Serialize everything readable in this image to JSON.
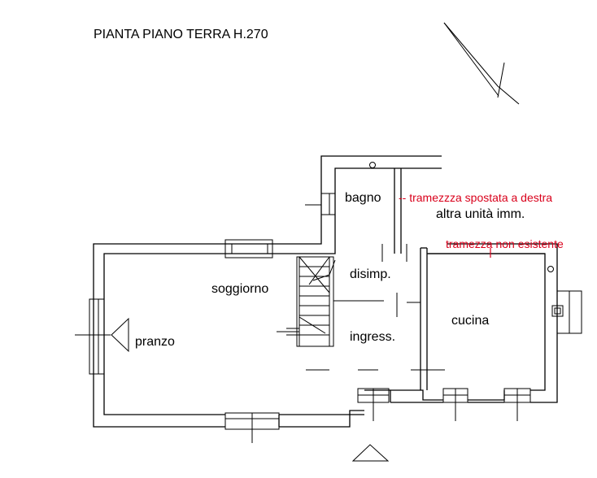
{
  "title": "PIANTA PIANO TERRA H.270",
  "rooms": {
    "bagno": "bagno",
    "altra_unita": "altra unità imm.",
    "disimp": "disimp.",
    "soggiorno": "soggiorno",
    "ingress": "ingress.",
    "cucina": "cucina",
    "pranzo": "pranzo"
  },
  "notes": {
    "tramezza_spostata": "-- tramezzza spostata a destra",
    "tramezza_non_esistente": "tramezza non esistente"
  },
  "colors": {
    "walls": "#000000",
    "annotation": "#d9001b"
  },
  "icons": [
    "north-arrow-icon",
    "stair-direction-arrow-icon",
    "entrance-triangle-icon",
    "flue-icon"
  ]
}
